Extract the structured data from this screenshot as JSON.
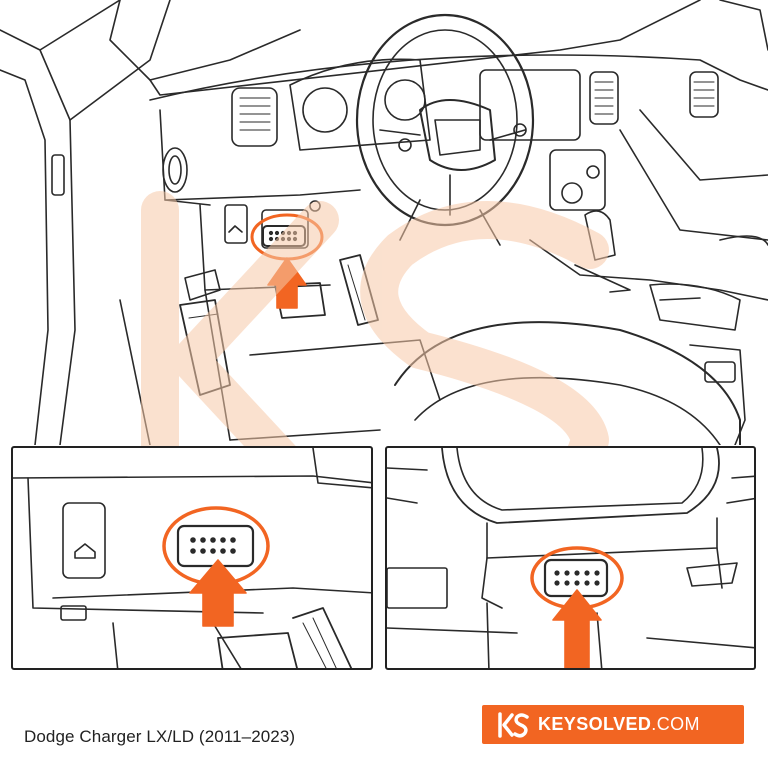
{
  "caption": "Dodge Charger LX/LD (2011–2023)",
  "brand": {
    "name": "KEYSOLVED",
    "domain": ".COM",
    "logo_letters": "KS"
  },
  "colors": {
    "accent": "#f26522",
    "badge": "#f26522",
    "line": "#2a2a2a",
    "watermark": "#f7c9a8"
  },
  "icons": {
    "obd_port": "obd-port-icon",
    "pointer_arrow": "arrow-up-icon",
    "hood_release": "car-hood-icon"
  }
}
